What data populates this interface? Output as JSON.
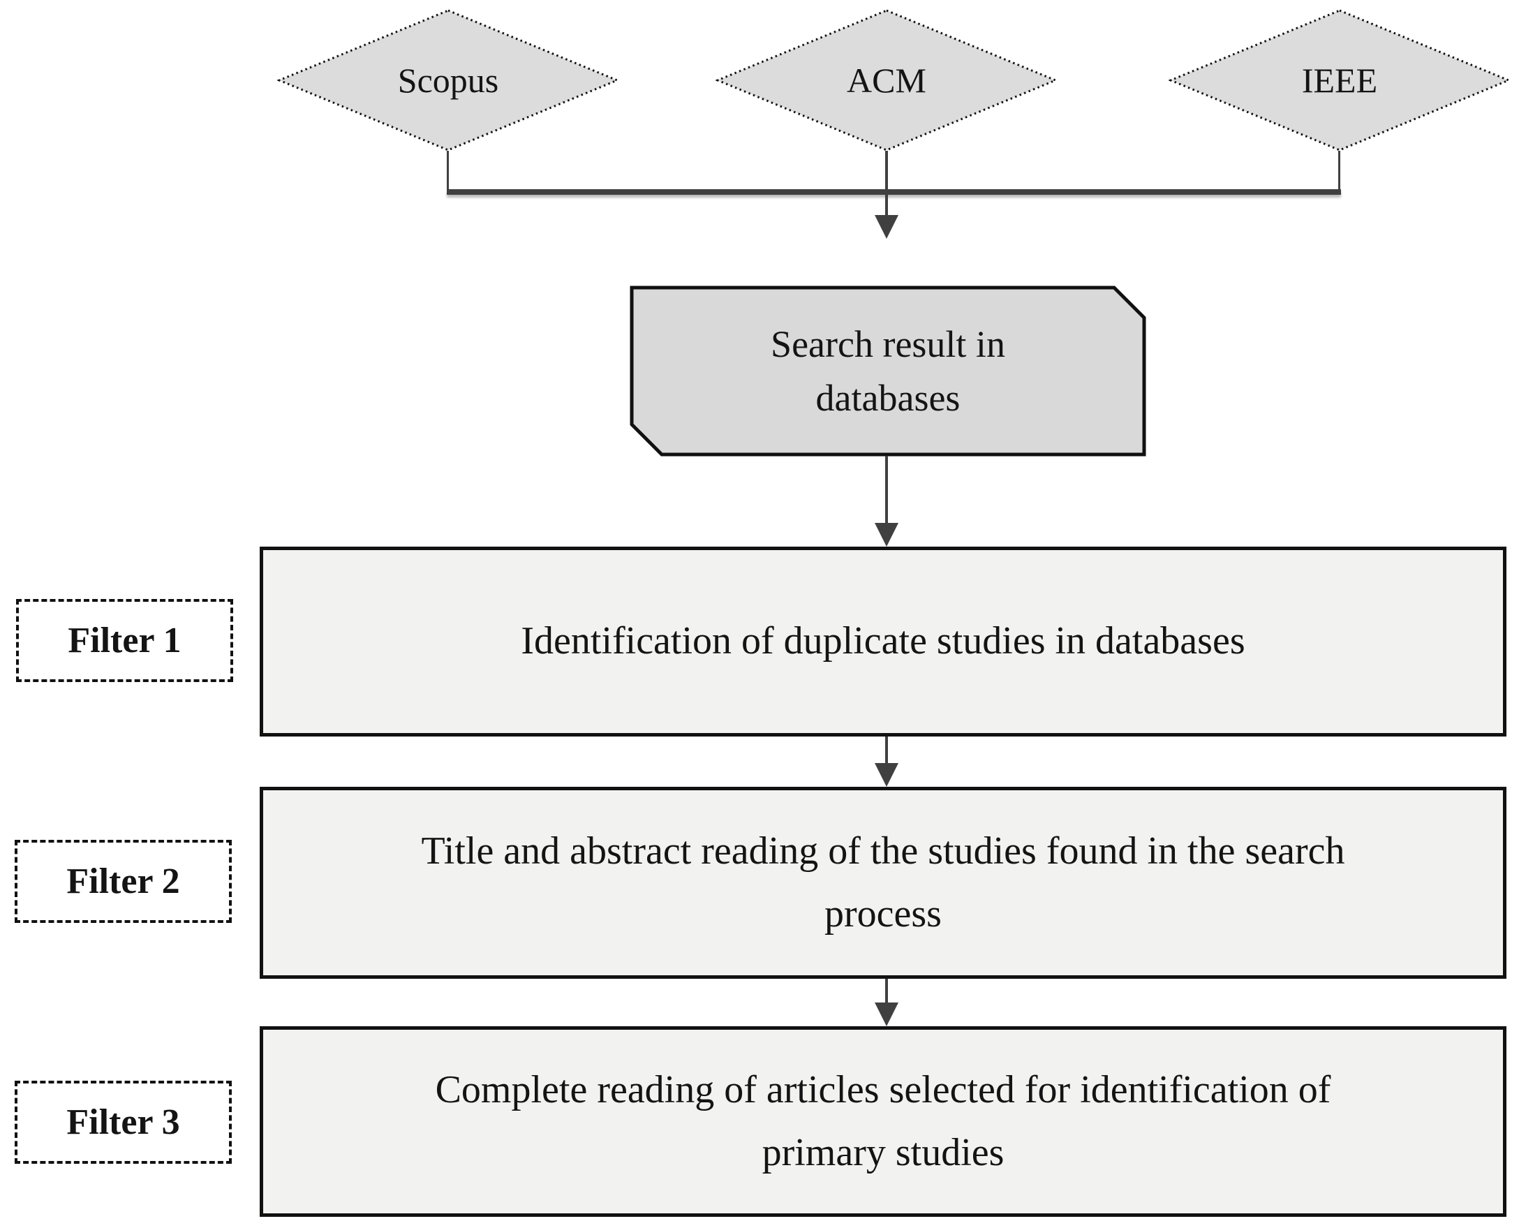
{
  "palette": {
    "diamond_fill": "#dcdcdc",
    "search_fill": "#d9d9d9",
    "filter_fill": "#f2f2f1",
    "line": "#404040",
    "border": "#111111"
  },
  "databases": [
    {
      "label": "Scopus"
    },
    {
      "label": "ACM"
    },
    {
      "label": "IEEE"
    }
  ],
  "search_box": {
    "line1": "Search result in",
    "line2": "databases"
  },
  "filters": [
    {
      "label": "Filter 1",
      "line1": "Identification of duplicate studies in databases",
      "line2": ""
    },
    {
      "label": "Filter 2",
      "line1": "Title and abstract reading of the studies found in the search",
      "line2": "process"
    },
    {
      "label": "Filter 3",
      "line1": "Complete reading of articles selected for identification of",
      "line2": "primary studies"
    }
  ]
}
